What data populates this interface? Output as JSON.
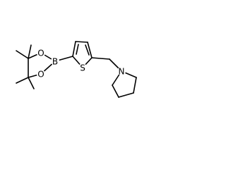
{
  "molecule": {
    "atoms": [
      {
        "id": "O1",
        "label": "O"
      },
      {
        "id": "O2",
        "label": "O"
      },
      {
        "id": "B",
        "label": "B"
      },
      {
        "id": "S",
        "label": "S"
      },
      {
        "id": "N",
        "label": "N"
      }
    ]
  },
  "colors": {
    "bond": "#000000",
    "label": "#000000",
    "background": "#ffffff"
  }
}
